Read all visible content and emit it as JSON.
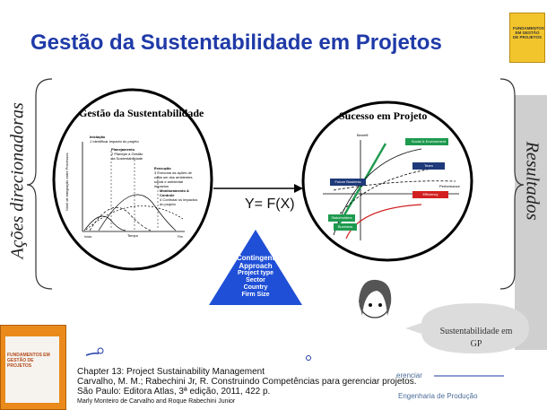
{
  "title": "Gestão da Sustentabilidade em Projetos",
  "left_vertical": "Ações direcionadoras",
  "right_vertical": "Resultados",
  "formula": "Y= F(X)",
  "left_circle": {
    "title": "Gestão da Sustentabilidade",
    "y_label": "Nível de integração entre Processos",
    "x_label": "Tempo",
    "x_start": "Início",
    "x_end": "Fim",
    "phases": [
      {
        "name": "Iniciação",
        "desc": "1 Identificar impacto do projeto"
      },
      {
        "name": "Planejamento",
        "desc": "2 Planejar a Gestão da Sustentabilidade"
      },
      {
        "name": "Execução",
        "desc": "3 Executar as ações de cada um dos ambientes social e ambiental impactos"
      },
      {
        "name": "Monitoramento & Controle",
        "desc": "4 Controlar os impactos do projeto"
      }
    ]
  },
  "right_circle": {
    "title": "Sucesso em Projeto",
    "y_label": "Benefit",
    "x_label": "Performance",
    "labels": [
      {
        "text": "Social & Environment",
        "color": "#1e9a4f"
      },
      {
        "text": "Team",
        "color": "#1f3a7a"
      },
      {
        "text": "Future Business",
        "color": "#1f3a7a"
      },
      {
        "text": "Efficiency",
        "color": "#d22020"
      },
      {
        "text": "Stakeholders",
        "color": "#1e9a4f"
      },
      {
        "text": "Business",
        "color": "#1e9a4f"
      }
    ]
  },
  "triangle": {
    "heading": "Contingent Approach",
    "items": [
      "Project type",
      "Sector",
      "Country",
      "Firm Size"
    ],
    "color": "#1f4fd6"
  },
  "bubble": {
    "text": "Sustentabilidade em GP"
  },
  "citation": {
    "line1": "Chapter 13: Project Sustainability Management",
    "line2": "Carvalho, M. M.; Rabechini Jr, R. Construindo Competências para gerenciar projetos.",
    "line3": "São Paulo: Editora Atlas, 3ª edição, 2011, 422 p.",
    "line4": "Marly Monteiro de Carvalho and Roque Rabechini Junior"
  },
  "footer": {
    "gerenciar": "erenciar",
    "eng": "Engenharia de Produção"
  },
  "book_top": {
    "text": "FUNDAMENTOS EM GESTÃO DE PROJETOS"
  },
  "book_bottom": {
    "text": "FUNDAMENTOS EM GESTÃO DE PROJETOS"
  },
  "colors": {
    "title": "#1f3aa8",
    "band": "#cfcfcf"
  }
}
